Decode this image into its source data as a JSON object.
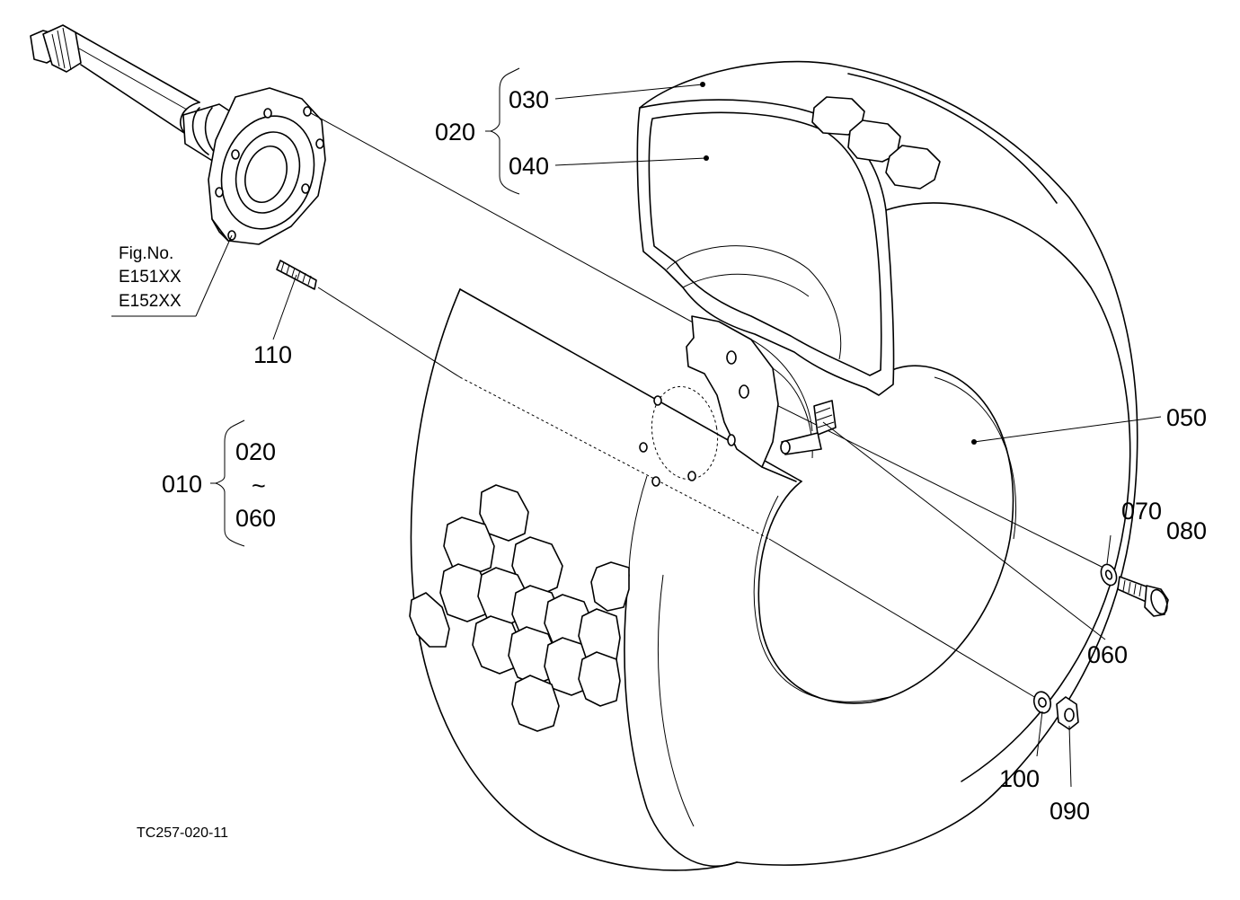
{
  "diagram_id": "TC257-020-11",
  "ref_note": {
    "line1": "Fig.No.",
    "line2": "E151XX",
    "line3": "E152XX"
  },
  "callouts": {
    "p010": "010",
    "p020": "020",
    "p030": "030",
    "p040": "040",
    "p050": "050",
    "p060": "060",
    "p070": "070",
    "p080": "080",
    "p090": "090",
    "p100": "100",
    "p110": "110"
  },
  "groups": {
    "assembly_from": "020",
    "assembly_tilde": "~",
    "assembly_to": "060"
  }
}
